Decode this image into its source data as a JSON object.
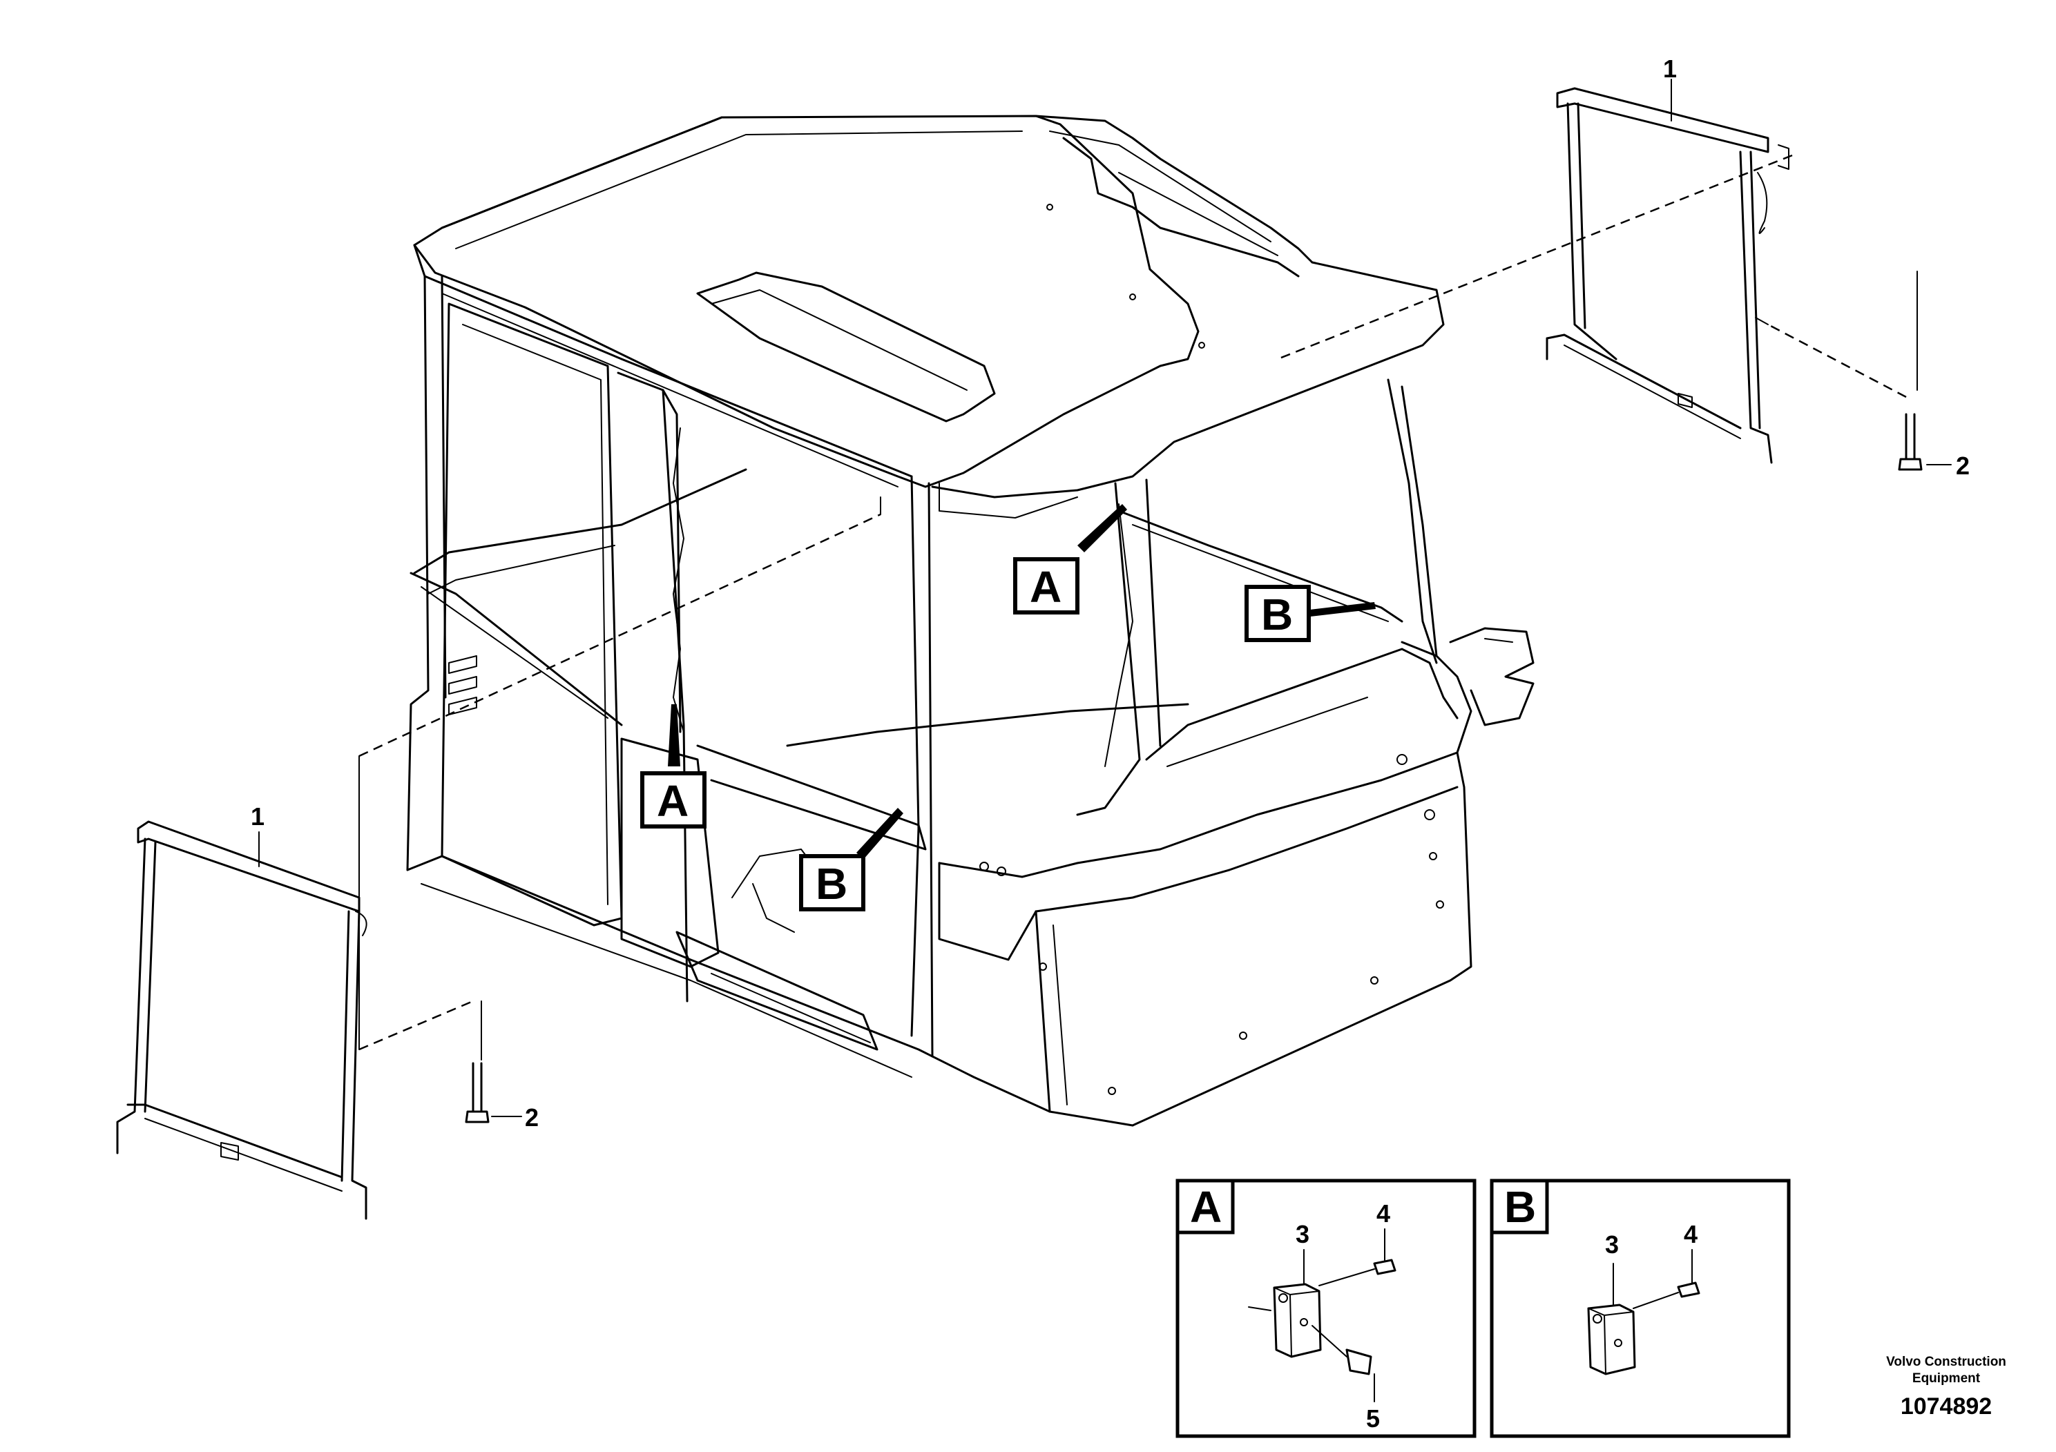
{
  "callouts": {
    "part1_right": "1",
    "part2_right": "2",
    "part1_left": "1",
    "part2_left": "2"
  },
  "references": {
    "a_upper": "A",
    "b_upper": "B",
    "a_lower": "A",
    "b_lower": "B"
  },
  "detail_a": {
    "letter": "A",
    "labels": {
      "three": "3",
      "four": "4",
      "five": "5"
    }
  },
  "detail_b": {
    "letter": "B",
    "labels": {
      "three": "3",
      "four": "4"
    }
  },
  "footer": {
    "brand_line1": "Volvo Construction",
    "brand_line2": "Equipment",
    "drawing_number": "1074892"
  }
}
